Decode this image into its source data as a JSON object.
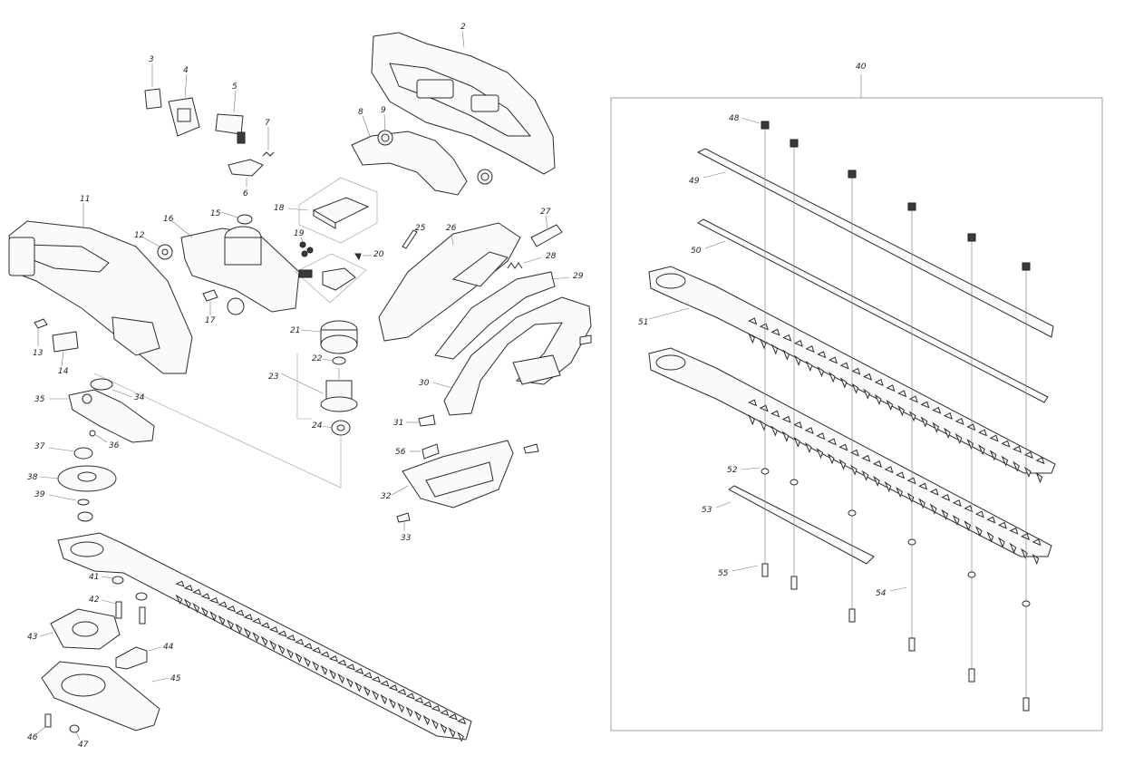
{
  "labels": {
    "p2": "2",
    "p3": "3",
    "p4": "4",
    "p5": "5",
    "p6": "6",
    "p7": "7",
    "p8": "8",
    "p9": "9",
    "p11": "11",
    "p12": "12",
    "p13": "13",
    "p14": "14",
    "p15": "15",
    "p16": "16",
    "p17": "17",
    "p18": "18",
    "p19": "19",
    "p20": "20",
    "p21": "21",
    "p22": "22",
    "p23": "23",
    "p24": "24",
    "p25": "25",
    "p26": "26",
    "p27": "27",
    "p28": "28",
    "p29": "29",
    "p30": "30",
    "p31": "31",
    "p32": "32",
    "p33": "33",
    "p34": "34",
    "p35": "35",
    "p36": "36",
    "p37": "37",
    "p38": "38",
    "p39": "39",
    "p40": "40",
    "p41": "41",
    "p42": "42",
    "p43": "43",
    "p44": "44",
    "p45": "45",
    "p46": "46",
    "p47": "47",
    "p48": "48",
    "p49": "49",
    "p50": "50",
    "p51": "51",
    "p52": "52",
    "p53": "53",
    "p54": "54",
    "p55": "55",
    "p56": "56"
  }
}
